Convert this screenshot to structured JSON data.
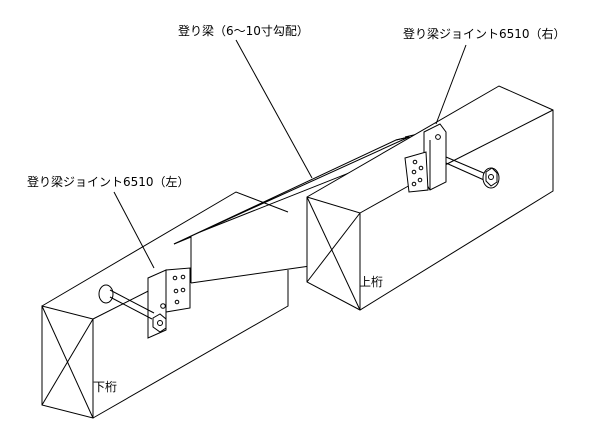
{
  "labels": {
    "rafter": "登り梁（6〜10寸勾配）",
    "joint_right": "登り梁ジョイント6510（右）",
    "joint_left": "登り梁ジョイント6510（左）",
    "upper_beam": "上桁",
    "lower_beam": "下桁"
  },
  "colors": {
    "line": "#000000",
    "background": "#ffffff"
  }
}
